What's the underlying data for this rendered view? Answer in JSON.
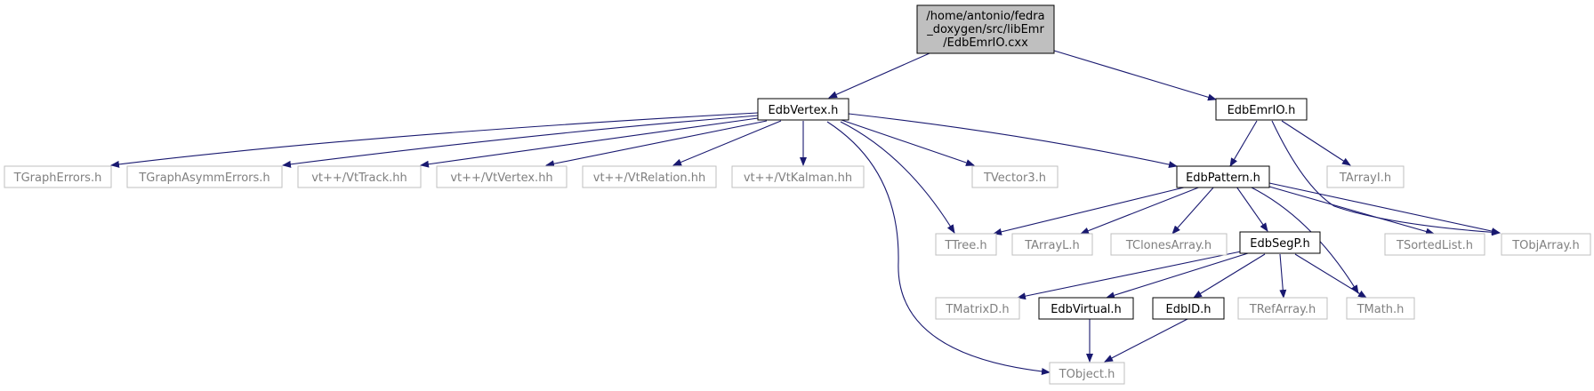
{
  "graph": {
    "root": [
      "/home/antonio/fedra",
      "_doxygen/src/libEmr",
      "/EdbEmrIO.cxx"
    ],
    "nodes": {
      "edbvertex": "EdbVertex.h",
      "edbemrio": "EdbEmrIO.h",
      "tgrapherrors": "TGraphErrors.h",
      "tgraphasymm": "TGraphAsymmErrors.h",
      "vttrack": "vt++/VtTrack.hh",
      "vtvertex": "vt++/VtVertex.hh",
      "vtrelation": "vt++/VtRelation.hh",
      "vtkalman": "vt++/VtKalman.hh",
      "tvector3": "TVector3.h",
      "edbpattern": "EdbPattern.h",
      "tarrayi": "TArrayI.h",
      "ttree": "TTree.h",
      "tarrayl": "TArrayL.h",
      "tclonesarray": "TClonesArray.h",
      "edbsegp": "EdbSegP.h",
      "tsortedlist": "TSortedList.h",
      "tobjarray": "TObjArray.h",
      "tmatrixd": "TMatrixD.h",
      "edbvirtual": "EdbVirtual.h",
      "edbid": "EdbID.h",
      "trefarray": "TRefArray.h",
      "tmath": "TMath.h",
      "tobject": "TObject.h"
    }
  },
  "colors": {
    "edge": "#191970",
    "documented_border": "#000000",
    "external_border": "#bfbfbf",
    "external_text": "#808080",
    "root_fill": "#bfbfbf"
  }
}
